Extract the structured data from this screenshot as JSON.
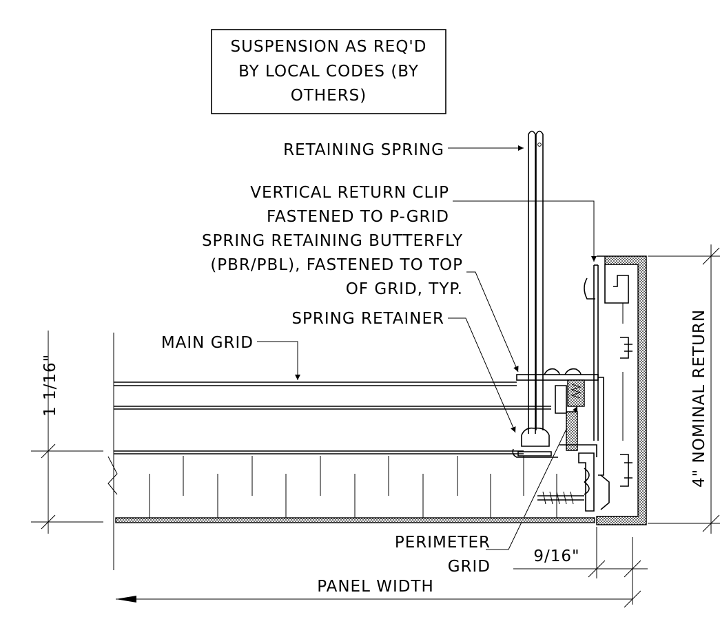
{
  "note_box": {
    "line1": "SUSPENSION AS REQ'D",
    "line2": "BY LOCAL CODES (BY",
    "line3": "OTHERS)"
  },
  "labels": {
    "retaining_spring": "RETAINING SPRING",
    "vertical_return_clip_1": "VERTICAL RETURN CLIP",
    "vertical_return_clip_2": "FASTENED TO P-GRID",
    "butterfly_1": "SPRING RETAINING BUTTERFLY",
    "butterfly_2": "(PBR/PBL), FASTENED TO TOP",
    "butterfly_3": "OF GRID, TYP.",
    "spring_retainer": "SPRING RETAINER",
    "main_grid": "MAIN GRID",
    "perimeter_grid_1": "PERIMETER",
    "perimeter_grid_2": "GRID"
  },
  "dimensions": {
    "grid_height": "1 1/16\"",
    "nominal_return": "4\" NOMINAL RETURN",
    "flange_width": "9/16\"",
    "panel_width": "PANEL WIDTH"
  }
}
